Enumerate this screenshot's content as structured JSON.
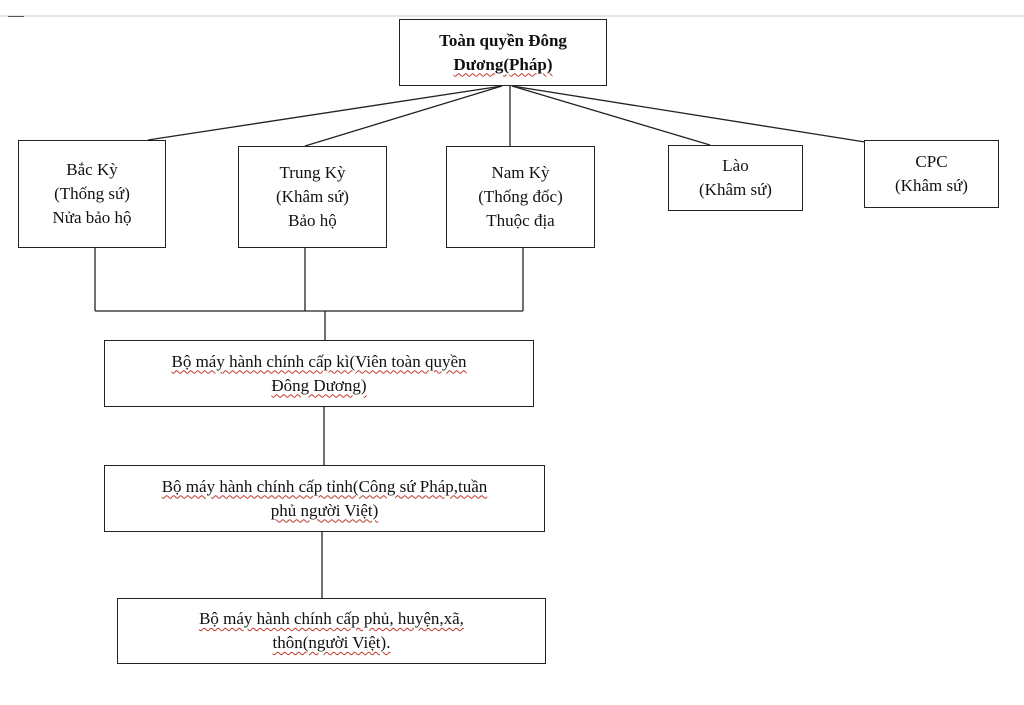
{
  "diagram": {
    "root": {
      "line1": "Toàn quyền Đông",
      "line2": "Dương(Pháp)"
    },
    "regions": [
      {
        "line1": "Bắc Kỳ",
        "line2": "(Thống sứ)",
        "line3": "Nửa bảo hộ"
      },
      {
        "line1": "Trung Kỳ",
        "line2": "(Khâm sứ)",
        "line3": "Bảo hộ"
      },
      {
        "line1": "Nam Kỳ",
        "line2": "(Thống đốc)",
        "line3": "Thuộc địa"
      },
      {
        "line1": "Lào",
        "line2": "(Khâm sứ)"
      },
      {
        "line1": "CPC",
        "line2": "(Khâm sứ)"
      }
    ],
    "levels": [
      {
        "line1": "Bộ máy hành chính cấp kì(Viên toàn quyền",
        "line2": "Đông Dương)"
      },
      {
        "line1": "Bộ máy hành chính cấp tỉnh(Công sứ Pháp,tuần",
        "line2": "phủ người Việt)"
      },
      {
        "line1": "Bộ máy hành chính cấp phủ, huyện,xã,",
        "line2": "thôn(người Việt)."
      }
    ]
  }
}
